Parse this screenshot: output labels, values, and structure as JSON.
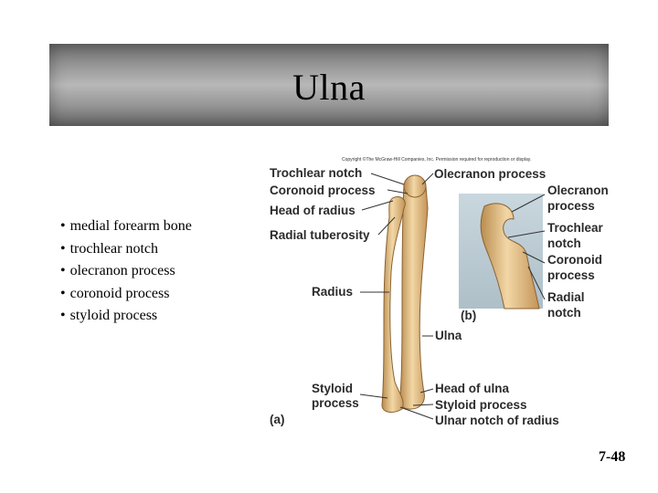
{
  "slide": {
    "title": "Ulna",
    "bullets": [
      "medial forearm bone",
      "trochlear notch",
      "olecranon process",
      "coronoid process",
      "styloid process"
    ],
    "bullet_marker": "•",
    "slide_number": "7-48"
  },
  "figure": {
    "copyright": "Copyright ©The McGraw-Hill Companies, Inc. Permission required for reproduction or display.",
    "labels": {
      "trochlear_notch": "Trochlear notch",
      "coronoid_process": "Coronoid process",
      "head_of_radius": "Head of radius",
      "radial_tuberosity": "Radial tuberosity",
      "radius": "Radius",
      "styloid_process_left_1": "Styloid",
      "styloid_process_left_2": "process",
      "panel_a": "(a)",
      "olecranon_process": "Olecranon process",
      "ulna": "Ulna",
      "head_of_ulna": "Head of ulna",
      "styloid_process": "Styloid process",
      "ulnar_notch_of_radius": "Ulnar notch of radius",
      "b_olecranon_1": "Olecranon",
      "b_olecranon_2": "process",
      "b_trochlear_1": "Trochlear",
      "b_trochlear_2": "notch",
      "b_coronoid_1": "Coronoid",
      "b_coronoid_2": "process",
      "b_radial_1": "Radial",
      "b_radial_2": "notch",
      "panel_b": "(b)"
    }
  }
}
